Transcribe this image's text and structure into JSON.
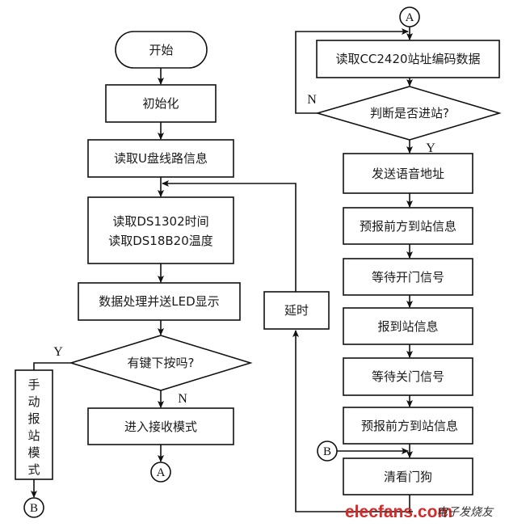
{
  "diagram": {
    "type": "flowchart",
    "left_flow": {
      "start": "开始",
      "init": "初始化",
      "read_usb": "读取U盘线路信息",
      "read_sensors_line1": "读取DS1302时间",
      "read_sensors_line2": "读取DS18B20温度",
      "process_display": "数据处理并送LED显示",
      "key_pressed_decision": "有键下按吗?",
      "decision_yes": "Y",
      "decision_no": "N",
      "receive_mode": "进入接收模式",
      "manual_mode_chars": [
        "手",
        "动",
        "报",
        "站",
        "模",
        "式"
      ],
      "delay": "延时",
      "connector_a": "A",
      "connector_b": "B"
    },
    "right_flow": {
      "connector_a": "A",
      "read_cc2420": "读取CC2420站址编码数据",
      "arrive_decision": "判断是否进站?",
      "decision_no": "N",
      "decision_yes": "Y",
      "send_voice_addr": "发送语音地址",
      "announce_next_1": "预报前方到站信息",
      "wait_door_open": "等待开门信号",
      "announce_arrival": "报到站信息",
      "wait_door_close": "等待关门信号",
      "announce_next_2": "预报前方到站信息",
      "connector_b": "B",
      "clear_watchdog": "清看门狗"
    },
    "watermark": {
      "site": "elecfans.com",
      "tagline": "电子发烧友"
    }
  }
}
